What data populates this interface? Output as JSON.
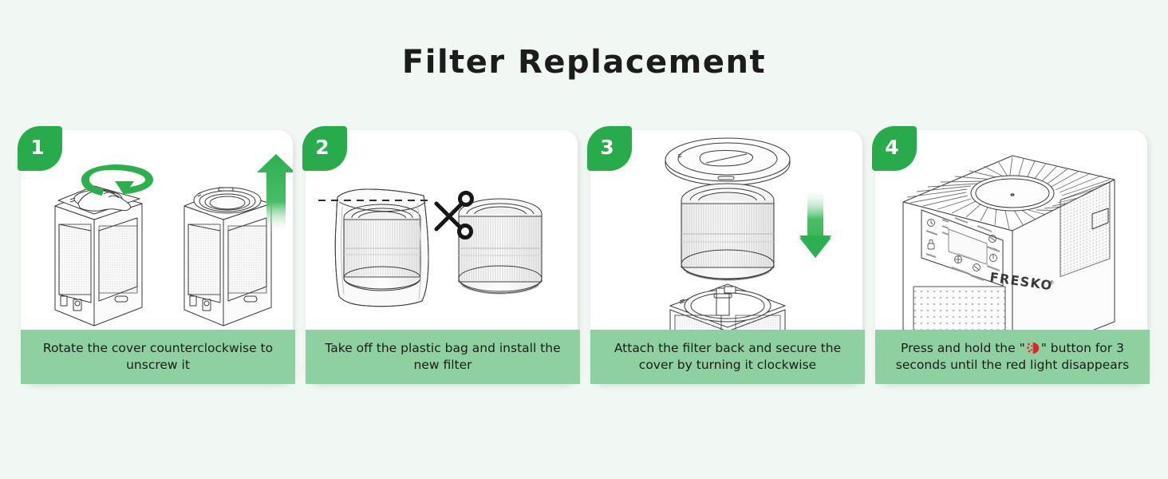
{
  "page": {
    "title": "Filter Replacement",
    "background_color": "#f1f7f3",
    "title_color": "#1c1c1c"
  },
  "theme": {
    "badge_green": "#27ab4b",
    "caption_green": "#8fd0a0",
    "arrow_green": "#2cb04f",
    "card_white": "#ffffff",
    "line_art_stroke": "#3a3a3a",
    "reset_icon_red": "#e8202a"
  },
  "steps": [
    {
      "number": "1",
      "caption": "Rotate the cover counterclockwise to unscrew it",
      "illustration": "air-purifier-rotate-cover",
      "icons": [
        "rotation-arrow-icon",
        "up-arrow-icon"
      ]
    },
    {
      "number": "2",
      "caption": "Take off the plastic bag and install the new filter",
      "illustration": "filter-in-plastic-bag-with-scissors",
      "icons": [
        "scissors-icon",
        "dashed-cut-line"
      ]
    },
    {
      "number": "3",
      "caption": "Attach the filter back and secure the cover by turning it clockwise",
      "illustration": "filter-insert-exploded-view",
      "icons": [
        "down-arrow-icon"
      ]
    },
    {
      "number": "4",
      "caption_before": "Press and hold the \"",
      "caption_after": "\" button for 3 seconds until the red light disappears",
      "caption": "Press and hold the \" \" button for 3 seconds until the red light disappears",
      "illustration": "air-purifier-control-panel",
      "brand": "FRESKO",
      "brand_mark": "®",
      "icons": [
        "filter-reset-icon"
      ]
    }
  ]
}
